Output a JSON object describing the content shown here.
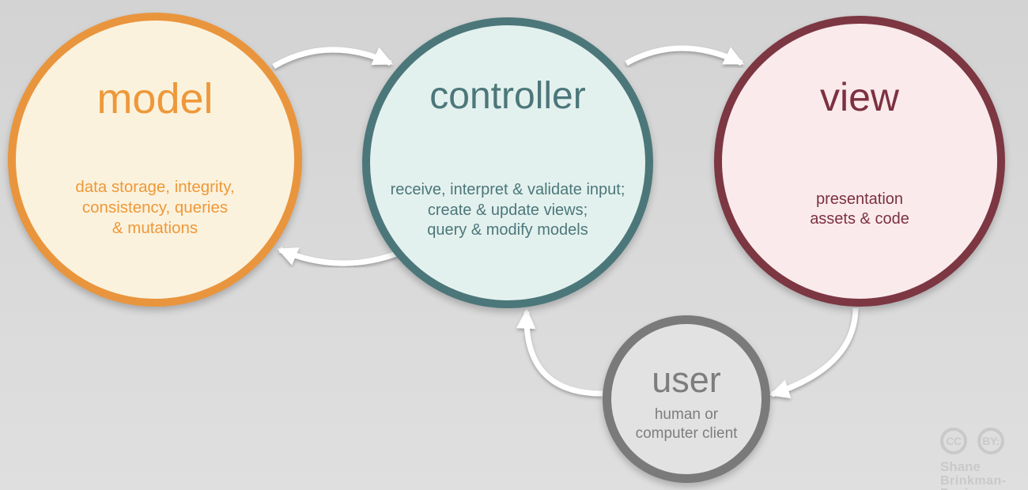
{
  "background": {
    "top_color": "#d3d3d3",
    "bottom_color": "#dfdfdf"
  },
  "arrow_color": "#ffffff",
  "nodes": [
    {
      "id": "model",
      "title": "model",
      "lines": [
        "data storage, integrity,",
        "consistency, queries",
        "& mutations"
      ],
      "border_color": "#e9953d",
      "fill_color": "#fbf2dd",
      "text_color": "#ee9839"
    },
    {
      "id": "controller",
      "title": "controller",
      "lines": [
        "receive, interpret & validate input;",
        "create & update views;",
        "query & modify models"
      ],
      "border_color": "#4c777a",
      "fill_color": "#e3f1ee",
      "text_color": "#4c777a"
    },
    {
      "id": "view",
      "title": "view",
      "lines": [
        "presentation",
        "assets & code"
      ],
      "border_color": "#7c3742",
      "fill_color": "#faeaec",
      "text_color": "#7c313f"
    },
    {
      "id": "user",
      "title": "user",
      "lines": [
        "human or",
        "computer client"
      ],
      "border_color": "#7a7a7a",
      "fill_color": "#e2e2e2",
      "text_color": "#7d7d7d"
    }
  ],
  "arrows": [
    {
      "name": "model-to-controller"
    },
    {
      "name": "controller-to-view"
    },
    {
      "name": "controller-to-model"
    },
    {
      "name": "view-to-user"
    },
    {
      "name": "user-to-controller"
    }
  ],
  "attribution": {
    "icons": [
      "CC",
      "BY:"
    ],
    "author_line1": "Shane",
    "author_line2": "Brinkman-Davis",
    "color": "#c9c9c9"
  }
}
